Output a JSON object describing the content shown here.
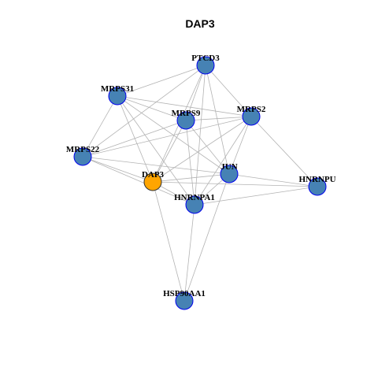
{
  "title": "DAP3",
  "colors": {
    "node_fill": "#4682b4",
    "node_stroke": "#0000ee",
    "highlight_fill": "#ffa500",
    "highlight_stroke": "#333333",
    "edge": "#b3b3b3"
  },
  "nodes": [
    {
      "id": "PTCD3",
      "label": "PTCD3",
      "highlight": false
    },
    {
      "id": "MRPS31",
      "label": "MRPS31",
      "highlight": false
    },
    {
      "id": "MRPS9",
      "label": "MRPS9",
      "highlight": false
    },
    {
      "id": "MRPS2",
      "label": "MRPS2",
      "highlight": false
    },
    {
      "id": "MRPS22",
      "label": "MRPS22",
      "highlight": false
    },
    {
      "id": "DAP3",
      "label": "DAP3",
      "highlight": true
    },
    {
      "id": "JUN",
      "label": "JUN",
      "highlight": false
    },
    {
      "id": "HNRNPU",
      "label": "HNRNPU",
      "highlight": false
    },
    {
      "id": "HNRNPA1",
      "label": "HNRNPA1",
      "highlight": false
    },
    {
      "id": "HSP90AA1",
      "label": "HSP90AA1",
      "highlight": false
    }
  ],
  "edges": [
    [
      "PTCD3",
      "MRPS31"
    ],
    [
      "PTCD3",
      "MRPS9"
    ],
    [
      "PTCD3",
      "MRPS2"
    ],
    [
      "PTCD3",
      "DAP3"
    ],
    [
      "PTCD3",
      "JUN"
    ],
    [
      "PTCD3",
      "HNRNPA1"
    ],
    [
      "PTCD3",
      "MRPS22"
    ],
    [
      "MRPS31",
      "MRPS9"
    ],
    [
      "MRPS31",
      "MRPS2"
    ],
    [
      "MRPS31",
      "MRPS22"
    ],
    [
      "MRPS31",
      "DAP3"
    ],
    [
      "MRPS31",
      "JUN"
    ],
    [
      "MRPS31",
      "HNRNPA1"
    ],
    [
      "MRPS9",
      "MRPS2"
    ],
    [
      "MRPS9",
      "MRPS22"
    ],
    [
      "MRPS9",
      "DAP3"
    ],
    [
      "MRPS9",
      "JUN"
    ],
    [
      "MRPS9",
      "HNRNPA1"
    ],
    [
      "MRPS2",
      "MRPS22"
    ],
    [
      "MRPS2",
      "DAP3"
    ],
    [
      "MRPS2",
      "JUN"
    ],
    [
      "MRPS2",
      "HNRNPA1"
    ],
    [
      "MRPS2",
      "HNRNPU"
    ],
    [
      "MRPS22",
      "DAP3"
    ],
    [
      "MRPS22",
      "JUN"
    ],
    [
      "MRPS22",
      "HNRNPA1"
    ],
    [
      "DAP3",
      "JUN"
    ],
    [
      "DAP3",
      "HNRNPA1"
    ],
    [
      "DAP3",
      "HNRNPU"
    ],
    [
      "DAP3",
      "HSP90AA1"
    ],
    [
      "JUN",
      "HNRNPU"
    ],
    [
      "JUN",
      "HNRNPA1"
    ],
    [
      "JUN",
      "HSP90AA1"
    ],
    [
      "HNRNPA1",
      "HNRNPU"
    ],
    [
      "HNRNPA1",
      "HSP90AA1"
    ]
  ]
}
